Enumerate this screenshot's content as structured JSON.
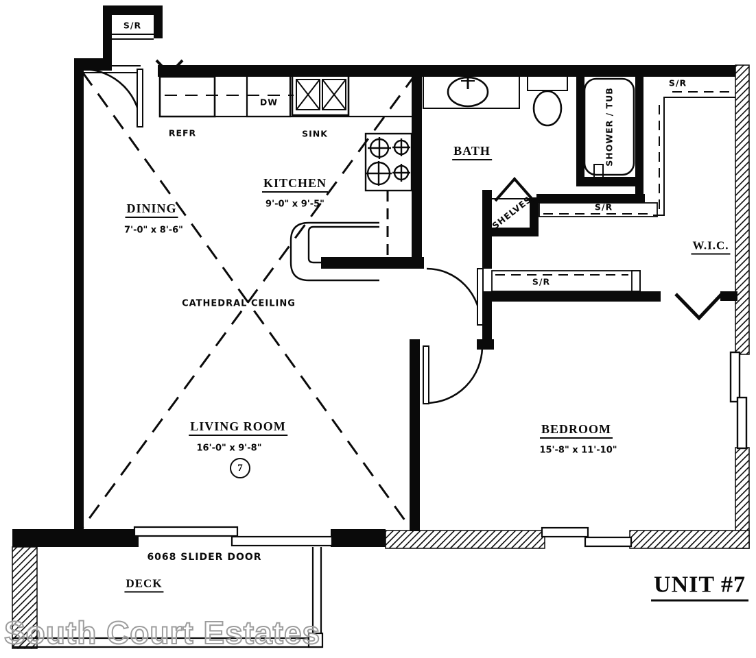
{
  "unit_title": "UNIT #7",
  "watermark": "South Court Estates",
  "rooms": {
    "dining": {
      "name": "DINING",
      "dimensions": "7'-0\" x 8'-6\""
    },
    "kitchen": {
      "name": "KITCHEN",
      "dimensions": "9'-0\" x 9'-5\""
    },
    "living_room": {
      "name": "LIVING ROOM",
      "dimensions": "16'-0\" x 9'-8\"",
      "unit_number": "7"
    },
    "bedroom": {
      "name": "BEDROOM",
      "dimensions": "15'-8\" x 11'-10\""
    },
    "bath": {
      "name": "BATH"
    },
    "walk_in_closet": {
      "name": "W.I.C."
    },
    "deck": {
      "name": "DECK"
    }
  },
  "annotations": {
    "cathedral_ceiling": "CATHEDRAL CEILING",
    "slider_door": "6068 SLIDER DOOR",
    "shelf_rod": "S/R",
    "shelves": "SHELVES",
    "shower_tub": "SHOWER / TUB",
    "refrigerator": "REFR",
    "dishwasher": "DW",
    "sink": "SINK"
  },
  "colors": {
    "line": "#000000",
    "background": "#ffffff",
    "watermark": "#9d9d9d"
  }
}
